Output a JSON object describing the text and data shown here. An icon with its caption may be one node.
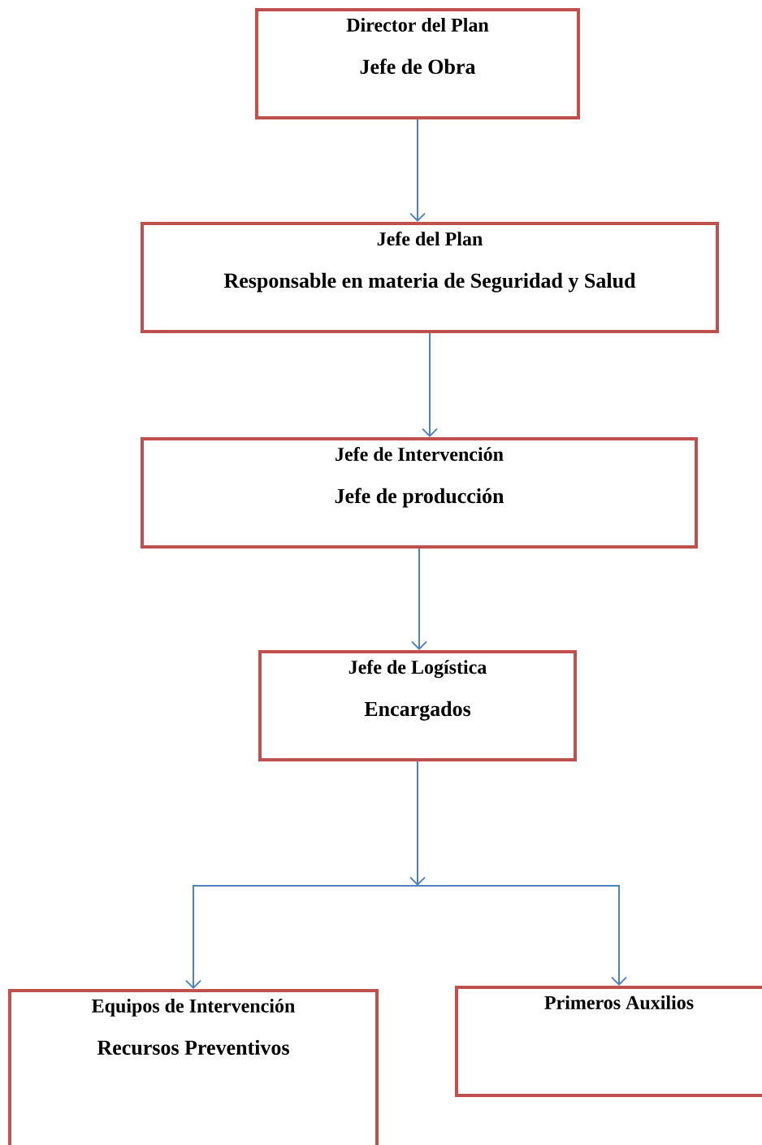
{
  "diagram": {
    "nodes": [
      {
        "text": [
          "Director del Plan",
          "Jefe de Obra"
        ]
      },
      {
        "text": [
          "Jefe del Plan",
          "Responsable en materia de Seguridad y Salud"
        ]
      },
      {
        "text": [
          "Jefe de Intervención",
          "Jefe de producción"
        ]
      },
      {
        "text": [
          "Jefe de Logística",
          "Encargados"
        ]
      },
      {
        "text": [
          "Equipos de Intervención",
          "Recursos Preventivos"
        ]
      },
      {
        "text": [
          "Primeros Auxilios"
        ]
      }
    ],
    "edges": [
      {
        "from": 0,
        "to": 1,
        "arrow": "to"
      },
      {
        "from": 1,
        "to": 2,
        "arrow": "to"
      },
      {
        "from": 2,
        "to": 3,
        "arrow": "to"
      },
      {
        "from": 3,
        "to": 4,
        "arrow": "to"
      },
      {
        "from": 3,
        "to": 5,
        "arrow": "to"
      }
    ]
  }
}
